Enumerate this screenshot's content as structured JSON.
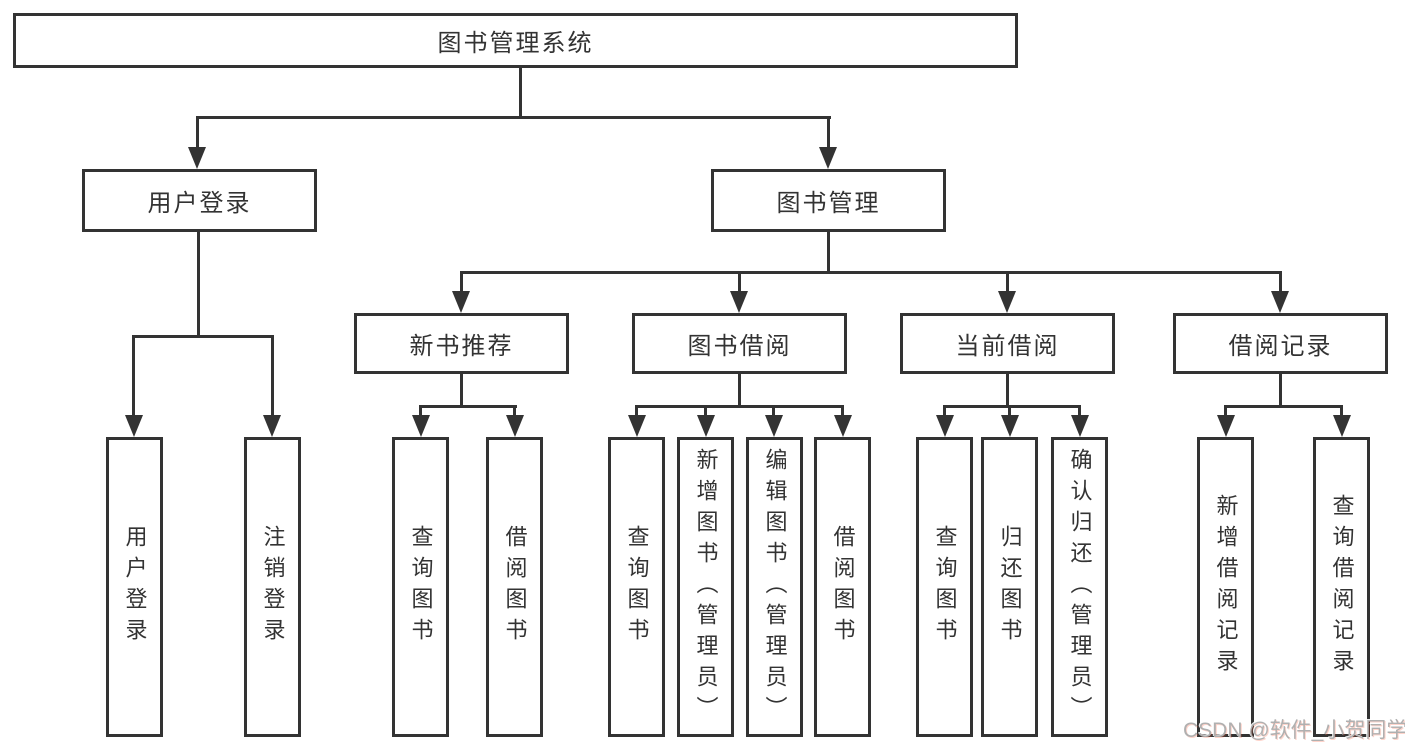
{
  "root": {
    "label": "图书管理系统"
  },
  "level2": {
    "login": {
      "label": "用户登录"
    },
    "mgmt": {
      "label": "图书管理"
    }
  },
  "level3": {
    "newbook": {
      "label": "新书推荐"
    },
    "borrow": {
      "label": "图书借阅"
    },
    "current": {
      "label": "当前借阅"
    },
    "records": {
      "label": "借阅记录"
    }
  },
  "leaves": {
    "login_user": {
      "label": "用户登录"
    },
    "logout": {
      "label": "注销登录"
    },
    "nb_query": {
      "label": "查询图书"
    },
    "nb_borrow": {
      "label": "借阅图书"
    },
    "bw_query": {
      "label": "查询图书"
    },
    "bw_add": {
      "label": "新增图书（管理员）"
    },
    "bw_edit": {
      "label": "编辑图书（管理员）"
    },
    "bw_borrow": {
      "label": "借阅图书"
    },
    "cur_query": {
      "label": "查询图书"
    },
    "cur_return": {
      "label": "归还图书"
    },
    "cur_confirm": {
      "label": "确认归还（管理员）"
    },
    "rec_add": {
      "label": "新增借阅记录"
    },
    "rec_query": {
      "label": "查询借阅记录"
    }
  },
  "watermark": {
    "text": "CSDN @软件_小贺同学"
  },
  "colors": {
    "line": "#333333",
    "text": "#333333",
    "background": "#ffffff",
    "watermark": "#b0b0b0",
    "watermark_accent": "#fc5531"
  }
}
